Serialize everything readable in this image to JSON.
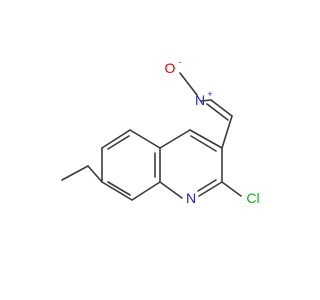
{
  "molecule": {
    "atoms": {
      "nitro_oxygen": {
        "symbol": "O",
        "charge": "-",
        "color": "#e8000b"
      },
      "nitro_nitrogen": {
        "symbol": "N",
        "charge": "+",
        "color": "#2222cc"
      },
      "ring_nitrogen": {
        "symbol": "N",
        "color": "#2222cc"
      },
      "chlorine": {
        "symbol": "Cl",
        "color": "#1fa51f"
      }
    },
    "bond_color": "#3a3a3a"
  }
}
